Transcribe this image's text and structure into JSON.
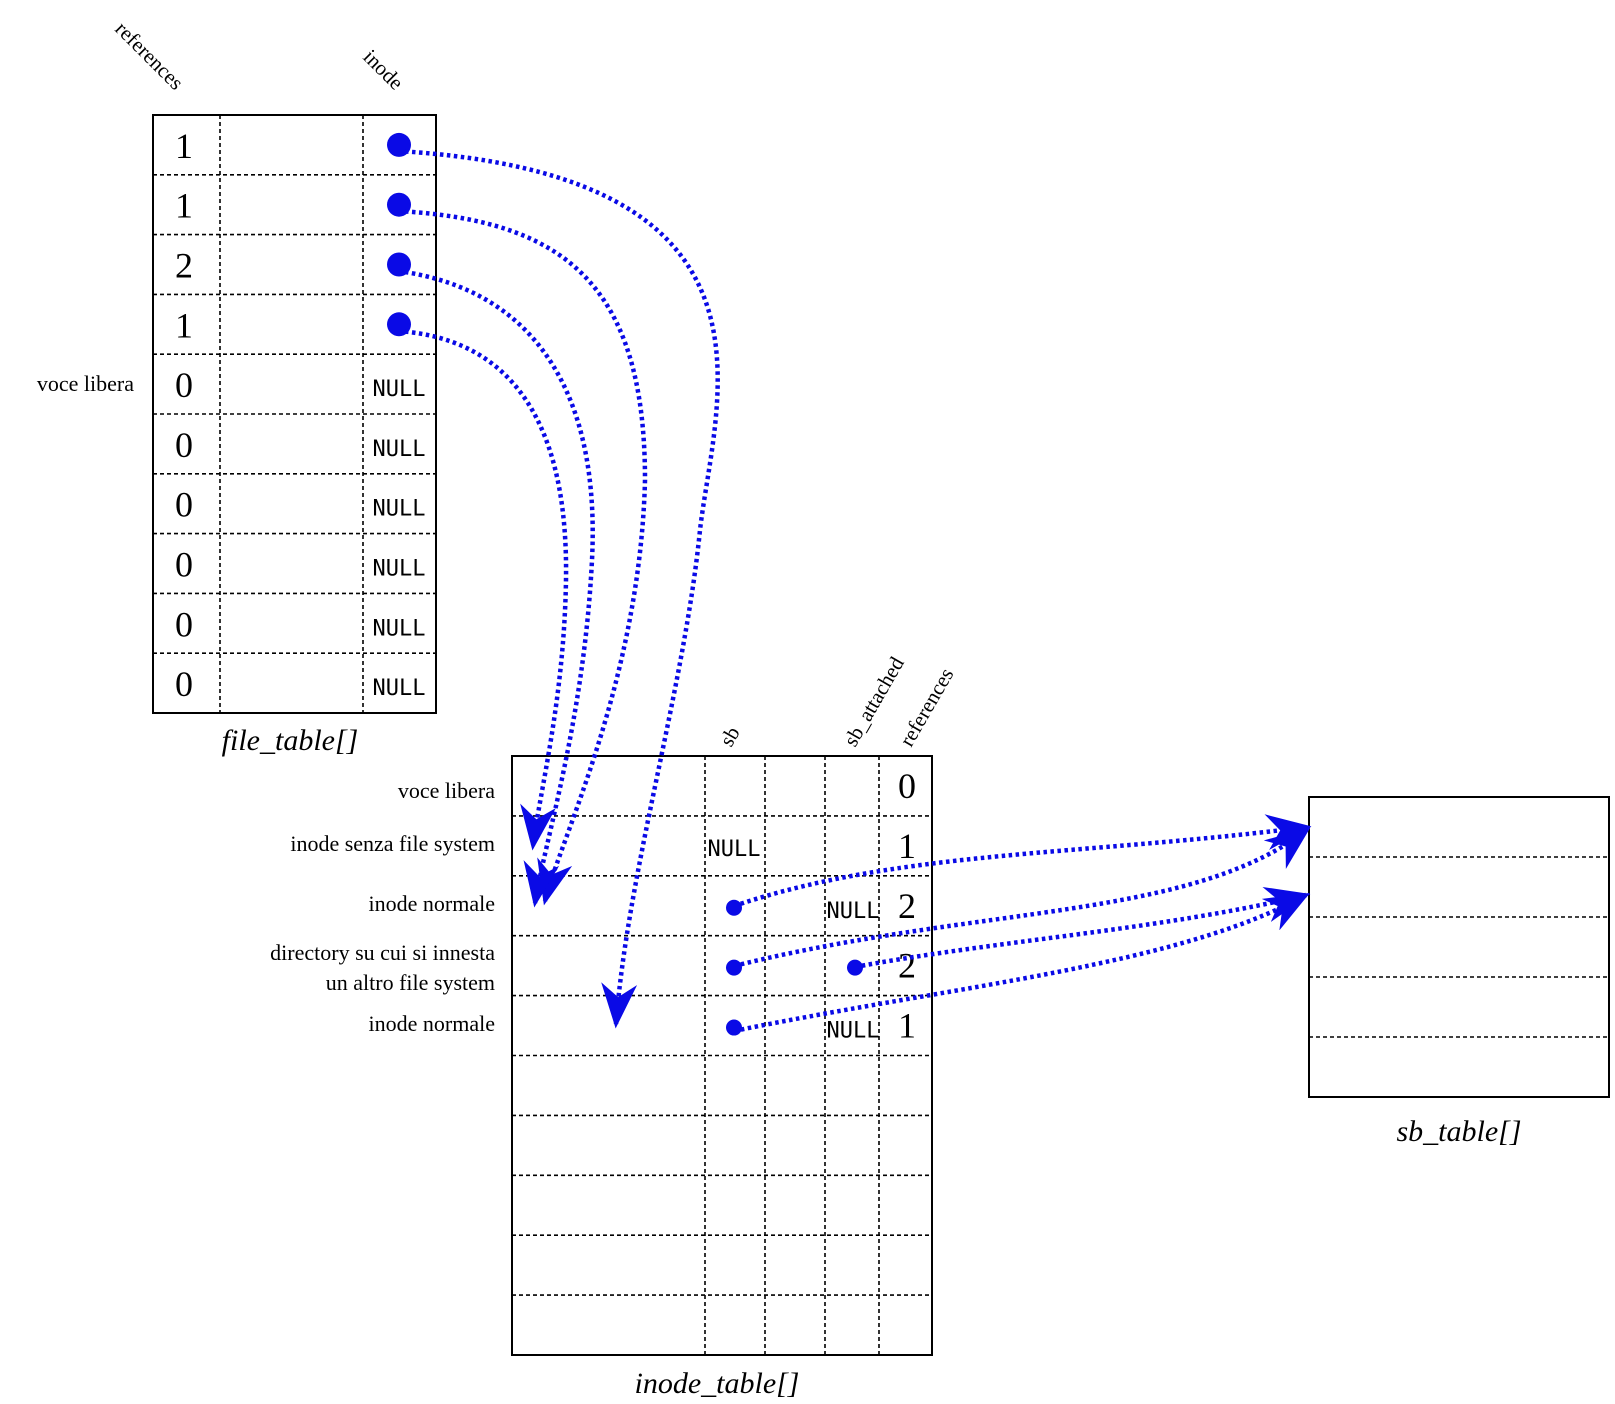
{
  "colors": {
    "pointer": "#0a0ae6",
    "ink": "#000000"
  },
  "file_table": {
    "caption": "file_table[]",
    "headers": {
      "references": "references",
      "inode": "inode"
    },
    "row_label": "voce libera",
    "rows": [
      {
        "references": "1",
        "inode": "pointer"
      },
      {
        "references": "1",
        "inode": "pointer"
      },
      {
        "references": "2",
        "inode": "pointer"
      },
      {
        "references": "1",
        "inode": "pointer"
      },
      {
        "references": "0",
        "inode": "NULL"
      },
      {
        "references": "0",
        "inode": "NULL"
      },
      {
        "references": "0",
        "inode": "NULL"
      },
      {
        "references": "0",
        "inode": "NULL"
      },
      {
        "references": "0",
        "inode": "NULL"
      },
      {
        "references": "0",
        "inode": "NULL"
      }
    ]
  },
  "inode_table": {
    "caption": "inode_table[]",
    "headers": {
      "sb": "sb",
      "sb_attached": "sb_attached",
      "references": "references"
    },
    "row_labels": [
      [
        "voce libera"
      ],
      [
        "inode senza file system"
      ],
      [
        "inode normale"
      ],
      [
        "directory su cui si innesta",
        "un altro file system"
      ],
      [
        "inode normale"
      ]
    ],
    "rows": [
      {
        "sb": "",
        "sb_attached": "",
        "references": "0"
      },
      {
        "sb": "NULL",
        "sb_attached": "",
        "references": "1"
      },
      {
        "sb": "pointer",
        "sb_attached": "NULL",
        "references": "2"
      },
      {
        "sb": "pointer",
        "sb_attached": "pointer",
        "references": "2"
      },
      {
        "sb": "pointer",
        "sb_attached": "NULL",
        "references": "1"
      },
      {
        "sb": "",
        "sb_attached": "",
        "references": ""
      },
      {
        "sb": "",
        "sb_attached": "",
        "references": ""
      },
      {
        "sb": "",
        "sb_attached": "",
        "references": ""
      },
      {
        "sb": "",
        "sb_attached": "",
        "references": ""
      },
      {
        "sb": "",
        "sb_attached": "",
        "references": ""
      }
    ]
  },
  "sb_table": {
    "caption": "sb_table[]",
    "row_count": 5
  },
  "pointers": [
    {
      "from": "file_table.row0.inode",
      "to": "inode_table.row4"
    },
    {
      "from": "file_table.row1.inode",
      "to": "inode_table.row2"
    },
    {
      "from": "file_table.row2.inode",
      "to": "inode_table.row2"
    },
    {
      "from": "file_table.row3.inode",
      "to": "inode_table.row1"
    },
    {
      "from": "inode_table.row2.sb",
      "to": "sb_table.row0"
    },
    {
      "from": "inode_table.row3.sb",
      "to": "sb_table.row0"
    },
    {
      "from": "inode_table.row3.sb_attached",
      "to": "sb_table.row1"
    },
    {
      "from": "inode_table.row4.sb",
      "to": "sb_table.row1"
    }
  ]
}
